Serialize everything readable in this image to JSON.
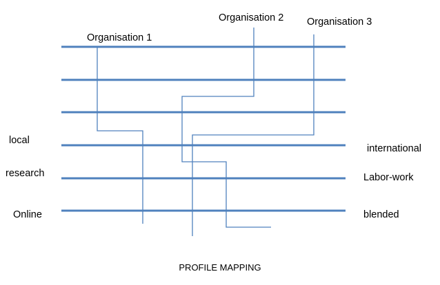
{
  "caption": "PROFILE MAPPING",
  "colors": {
    "axis_line": "#4F81BD",
    "path_line": "#4F81BD",
    "text": "#000000",
    "background": "#FFFFFF"
  },
  "axes": {
    "left_labels": [
      "local",
      "research",
      "Online"
    ],
    "right_labels": [
      "international",
      "Labor-work",
      "blended"
    ]
  },
  "organisations": [
    {
      "name": "Organisation 1"
    },
    {
      "name": "Organisation 2"
    },
    {
      "name": "Organisation 3"
    }
  ]
}
